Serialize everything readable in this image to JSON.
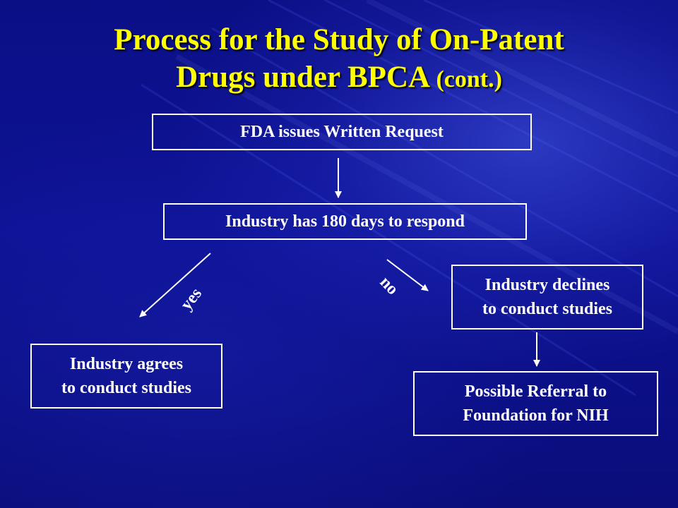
{
  "slide": {
    "title_line1": "Process for the Study of On-Patent",
    "title_line2": "Drugs under BPCA",
    "title_suffix": "(cont.)"
  },
  "flow": {
    "written_request": "FDA issues Written Request",
    "respond": "Industry has 180 days to respond",
    "agrees": "Industry agrees\nto conduct studies",
    "declines": "Industry declines\nto conduct studies",
    "referral": "Possible Referral to\nFoundation for NIH",
    "yes_label": "yes",
    "no_label": "no"
  },
  "colors": {
    "background": "#0d1294",
    "title": "#ffff00",
    "box_border": "#ffffff",
    "text": "#ffffff"
  }
}
